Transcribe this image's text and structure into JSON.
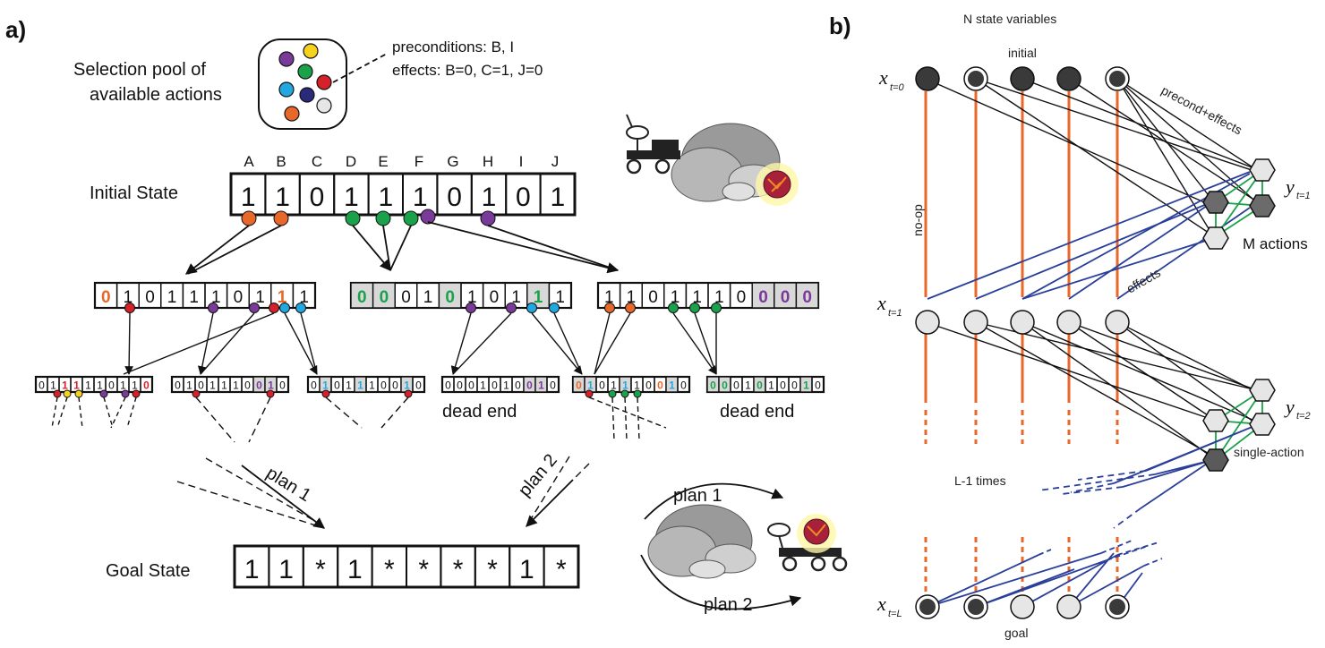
{
  "panel_a": {
    "label": "a)",
    "pool_title_line1": "Selection pool of",
    "pool_title_line2": "available actions",
    "preconditions": "preconditions: B, I",
    "effects": "effects: B=0, C=1, J=0",
    "column_letters": [
      "A",
      "B",
      "C",
      "D",
      "E",
      "F",
      "G",
      "H",
      "I",
      "J"
    ],
    "initial_state_label": "Initial State",
    "initial_state": [
      "1",
      "1",
      "0",
      "1",
      "1",
      "1",
      "0",
      "1",
      "0",
      "1"
    ],
    "level1_states": [
      [
        "0",
        "1",
        "0",
        "1",
        "1",
        "1",
        "0",
        "1",
        "1",
        "1"
      ],
      [
        "0",
        "0",
        "0",
        "1",
        "0",
        "1",
        "0",
        "1",
        "1",
        "1"
      ],
      [
        "1",
        "1",
        "0",
        "1",
        "1",
        "1",
        "0",
        "0",
        "0",
        "0"
      ]
    ],
    "level2_states": [
      [
        "0",
        "1",
        "1",
        "1",
        "1",
        "1",
        "0",
        "1",
        "1",
        "0"
      ],
      [
        "0",
        "1",
        "0",
        "1",
        "1",
        "1",
        "0",
        "0",
        "1",
        "0"
      ],
      [
        "0",
        "1",
        "0",
        "1",
        "1",
        "1",
        "0",
        "0",
        "1",
        "0"
      ],
      [
        "0",
        "0",
        "0",
        "1",
        "0",
        "1",
        "0",
        "0",
        "1",
        "0"
      ],
      [
        "0",
        "1",
        "0",
        "1",
        "1",
        "1",
        "0",
        "0",
        "1",
        "0"
      ],
      [
        "0",
        "0",
        "0",
        "1",
        "0",
        "1",
        "0",
        "0",
        "1",
        "0"
      ]
    ],
    "dead_end_1": "dead end",
    "dead_end_2": "dead end",
    "plan1": "plan 1",
    "plan2": "plan 2",
    "goal_state_label": "Goal State",
    "goal_state": [
      "1",
      "1",
      "*",
      "1",
      "*",
      "*",
      "*",
      "*",
      "1",
      "*"
    ],
    "plan1_b": "plan 1",
    "plan2_b": "plan 2"
  },
  "panel_b": {
    "label": "b)",
    "title": "N state variables",
    "initial": "initial",
    "precond_effects": "precond+effects",
    "no_op": "no-op",
    "effects": "effects",
    "m_actions": "M actions",
    "single_action": "single-action",
    "l_minus_1": "L-1 times",
    "goal": "goal",
    "x": "x",
    "y": "y",
    "sub_t0": "t=0",
    "sub_t1": "t=1",
    "sub_tL": "t=L",
    "sub_y1": "t=1",
    "sub_y2": "t=2"
  },
  "colors": {
    "orange": "#e8682a",
    "green": "#1aa24a",
    "purple": "#7a3a9a",
    "cyan": "#22a8e0",
    "red": "#d6202a",
    "yellow": "#f4d21e",
    "navy": "#2a2a7a",
    "blue_edge": "#2a3f9a",
    "dark_node": "#3a3a3a",
    "light_node": "#e6e6e6"
  }
}
